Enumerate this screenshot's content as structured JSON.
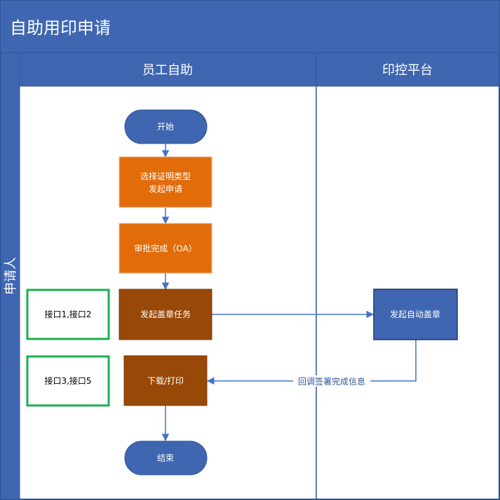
{
  "title": "自助用印申请",
  "row_label": "申请人",
  "lanes": {
    "employee": "员工自助",
    "platform": "印控平台"
  },
  "nodes": {
    "start": "开始",
    "select_line1": "选择证明类型",
    "select_line2": "发起申请",
    "approve": "审批完成（OA）",
    "seal_task": "发起盖章任务",
    "auto_seal": "发起自动盖章",
    "download": "下载/打印",
    "end": "结束"
  },
  "side_notes": {
    "api_a": "接口1,接口2",
    "api_b": "接口3,接口5"
  },
  "edge_labels": {
    "callback": "回调签署完成信息"
  },
  "colors": {
    "header_blue": "#3f66b0",
    "border_blue": "#2f5597",
    "orange": "#e26b0a",
    "brown": "#984807",
    "green": "#1aaf52",
    "arrow_blue": "#4472c4"
  }
}
